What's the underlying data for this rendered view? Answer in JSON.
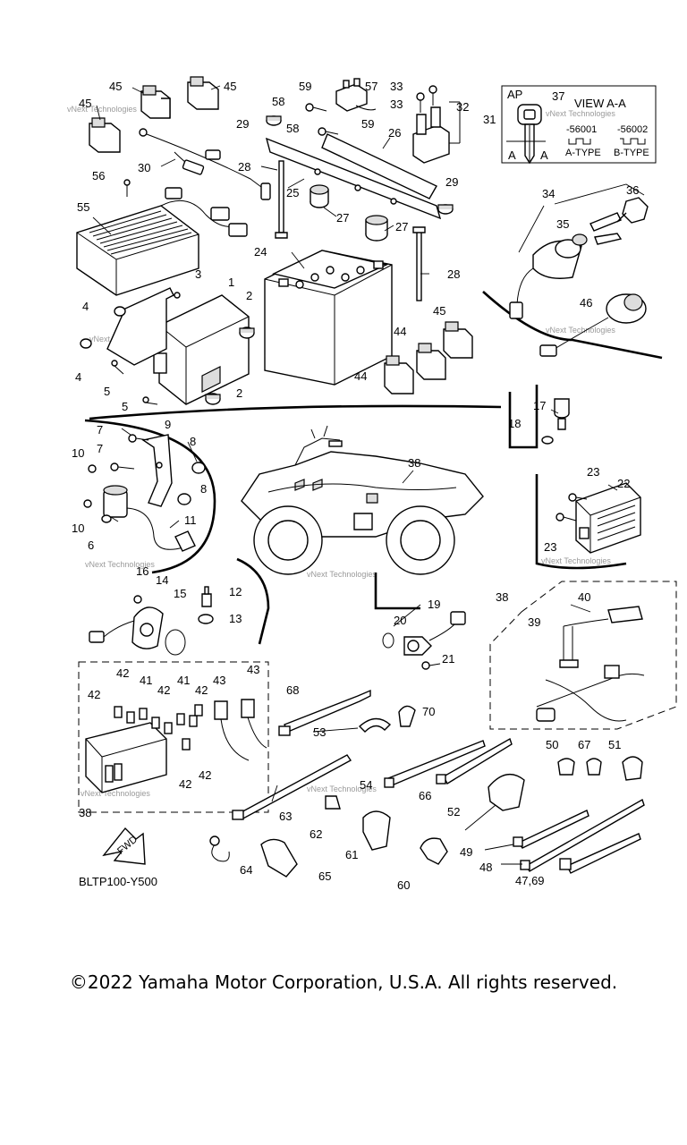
{
  "callouts": [
    {
      "id": "45a",
      "text": "45"
    },
    {
      "id": "45b",
      "text": "45"
    },
    {
      "id": "45c",
      "text": "45"
    },
    {
      "id": "45d",
      "text": "45"
    },
    {
      "id": "59a",
      "text": "59"
    },
    {
      "id": "57",
      "text": "57"
    },
    {
      "id": "58a",
      "text": "58"
    },
    {
      "id": "58b",
      "text": "58"
    },
    {
      "id": "59b",
      "text": "59"
    },
    {
      "id": "33a",
      "text": "33"
    },
    {
      "id": "33b",
      "text": "33"
    },
    {
      "id": "32",
      "text": "32"
    },
    {
      "id": "31",
      "text": "31"
    },
    {
      "id": "29a",
      "text": "29"
    },
    {
      "id": "29b",
      "text": "29"
    },
    {
      "id": "26",
      "text": "26"
    },
    {
      "id": "30",
      "text": "30"
    },
    {
      "id": "28a",
      "text": "28"
    },
    {
      "id": "28b",
      "text": "28"
    },
    {
      "id": "25",
      "text": "25"
    },
    {
      "id": "27a",
      "text": "27"
    },
    {
      "id": "27b",
      "text": "27"
    },
    {
      "id": "56",
      "text": "56"
    },
    {
      "id": "55",
      "text": "55"
    },
    {
      "id": "24",
      "text": "24"
    },
    {
      "id": "34",
      "text": "34"
    },
    {
      "id": "36",
      "text": "36"
    },
    {
      "id": "35",
      "text": "35"
    },
    {
      "id": "46",
      "text": "46"
    },
    {
      "id": "3",
      "text": "3"
    },
    {
      "id": "1",
      "text": "1"
    },
    {
      "id": "2a",
      "text": "2"
    },
    {
      "id": "2b",
      "text": "2"
    },
    {
      "id": "4a",
      "text": "4"
    },
    {
      "id": "4b",
      "text": "4"
    },
    {
      "id": "5a",
      "text": "5"
    },
    {
      "id": "5b",
      "text": "5"
    },
    {
      "id": "44a",
      "text": "44"
    },
    {
      "id": "44b",
      "text": "44"
    },
    {
      "id": "17",
      "text": "17"
    },
    {
      "id": "18",
      "text": "18"
    },
    {
      "id": "7a",
      "text": "7"
    },
    {
      "id": "7b",
      "text": "7"
    },
    {
      "id": "9",
      "text": "9"
    },
    {
      "id": "8a",
      "text": "8"
    },
    {
      "id": "8b",
      "text": "8"
    },
    {
      "id": "10a",
      "text": "10"
    },
    {
      "id": "10b",
      "text": "10"
    },
    {
      "id": "6",
      "text": "6"
    },
    {
      "id": "11",
      "text": "11"
    },
    {
      "id": "38a",
      "text": "38"
    },
    {
      "id": "23a",
      "text": "23"
    },
    {
      "id": "22",
      "text": "22"
    },
    {
      "id": "23b",
      "text": "23"
    },
    {
      "id": "16",
      "text": "16"
    },
    {
      "id": "14",
      "text": "14"
    },
    {
      "id": "15",
      "text": "15"
    },
    {
      "id": "12",
      "text": "12"
    },
    {
      "id": "13",
      "text": "13"
    },
    {
      "id": "19",
      "text": "19"
    },
    {
      "id": "20",
      "text": "20"
    },
    {
      "id": "21",
      "text": "21"
    },
    {
      "id": "38b",
      "text": "38"
    },
    {
      "id": "40",
      "text": "40"
    },
    {
      "id": "39",
      "text": "39"
    },
    {
      "id": "42a",
      "text": "42"
    },
    {
      "id": "41a",
      "text": "41"
    },
    {
      "id": "41b",
      "text": "41"
    },
    {
      "id": "43a",
      "text": "43"
    },
    {
      "id": "43b",
      "text": "43"
    },
    {
      "id": "42b",
      "text": "42"
    },
    {
      "id": "42c",
      "text": "42"
    },
    {
      "id": "42d",
      "text": "42"
    },
    {
      "id": "42e",
      "text": "42"
    },
    {
      "id": "42f",
      "text": "42"
    },
    {
      "id": "38c",
      "text": "38"
    },
    {
      "id": "68",
      "text": "68"
    },
    {
      "id": "53",
      "text": "53"
    },
    {
      "id": "70",
      "text": "70"
    },
    {
      "id": "54",
      "text": "54"
    },
    {
      "id": "66",
      "text": "66"
    },
    {
      "id": "63",
      "text": "63"
    },
    {
      "id": "62",
      "text": "62"
    },
    {
      "id": "61",
      "text": "61"
    },
    {
      "id": "52",
      "text": "52"
    },
    {
      "id": "50",
      "text": "50"
    },
    {
      "id": "67",
      "text": "67"
    },
    {
      "id": "51",
      "text": "51"
    },
    {
      "id": "49",
      "text": "49"
    },
    {
      "id": "48",
      "text": "48"
    },
    {
      "id": "47_69",
      "text": "47,69"
    },
    {
      "id": "64",
      "text": "64"
    },
    {
      "id": "65",
      "text": "65"
    },
    {
      "id": "60",
      "text": "60"
    }
  ],
  "view_box": {
    "ap": "AP",
    "number": "37",
    "title": "VIEW A-A",
    "code_a": "-56001",
    "code_b": "-56002",
    "type_a": "A-TYPE",
    "type_b": "B-TYPE",
    "section_left": "A",
    "section_right": "A"
  },
  "fwd_label": "FWD",
  "diagram_code": "BLTP100-Y500",
  "watermark": "vNext Technologies",
  "copyright": "©2022 Yamaha Motor Corporation, U.S.A. All rights reserved."
}
